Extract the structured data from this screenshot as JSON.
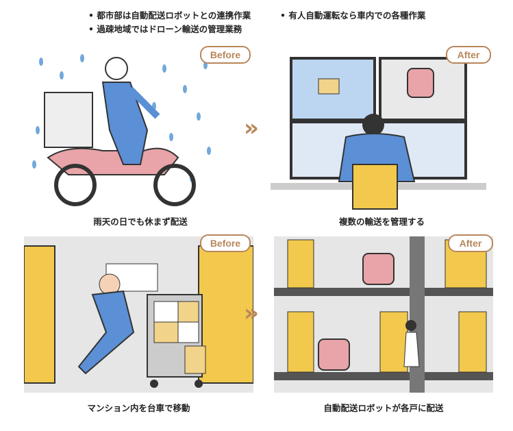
{
  "bullets": [
    "都市部は自動配送ロボットとの連携作業",
    "有人自動運転なら車内での各種作業",
    "過疎地域ではドローン輸送の管理業務"
  ],
  "panels": {
    "top_left": {
      "badge": "Before",
      "caption": "雨天の日でも休まず配送"
    },
    "top_right": {
      "badge": "After",
      "caption": "複数の輸送を管理する"
    },
    "bottom_left": {
      "badge": "Before",
      "caption": "マンション内を台車で移動"
    },
    "bottom_right": {
      "badge": "After",
      "caption": "自動配送ロボットが各戸に配送"
    }
  },
  "arrow_glyph": "»",
  "colors": {
    "accent": "#b8865a",
    "door": "#f2c94c",
    "uniform": "#5b8fd6",
    "robot": "#e8a4a8",
    "wall": "#d9d9d9"
  }
}
